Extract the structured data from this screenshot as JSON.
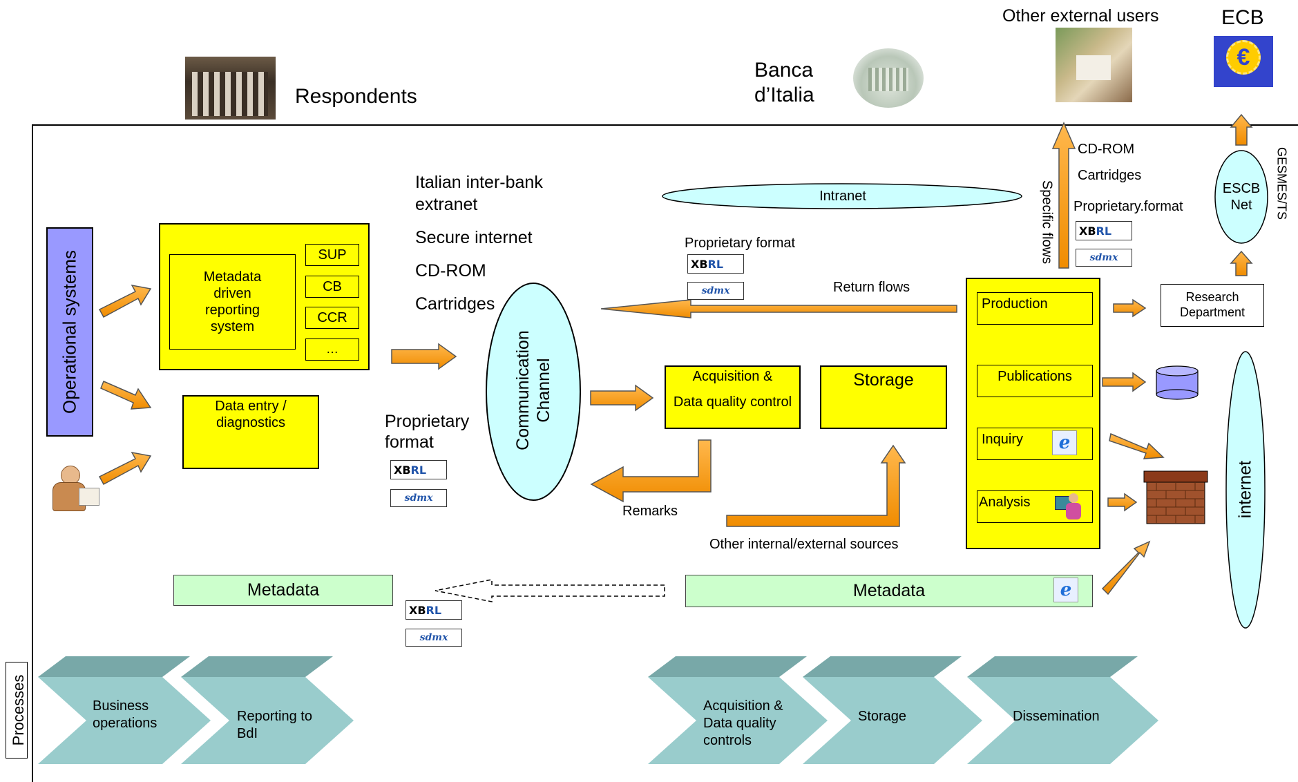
{
  "actors": {
    "respondents": "Respondents",
    "banca_line1": "Banca",
    "banca_line2": "d’Italia",
    "other_users": "Other external users",
    "ecb": "ECB"
  },
  "left": {
    "operational_systems": "Operational systems",
    "metadata_system": "Metadata\ndriven\nreporting\nsystem",
    "modules": [
      "SUP",
      "CB",
      "CCR",
      "…"
    ],
    "data_entry": "Data entry /\ndiagnostics"
  },
  "channels": {
    "line1": "Italian inter-bank",
    "line2": "extranet",
    "secure_internet": "Secure internet",
    "cd_rom": "CD-ROM",
    "cartridges": "Cartridges",
    "communication_channel": "Communication\nChannel",
    "proprietary_format_left": "Proprietary\nformat"
  },
  "center": {
    "intranet": "Intranet",
    "proprietary_format": "Proprietary format",
    "return_flows": "Return flows",
    "acquisition": "Acquisition &\nData quality control",
    "storage": "Storage",
    "remarks": "Remarks",
    "other_sources": "Other internal/external sources"
  },
  "dissemination": {
    "production": "Production",
    "publications": "Publications",
    "inquiry": "Inquiry",
    "analysis": "Analysis",
    "research": "Research\nDepartment",
    "internet": "internet",
    "cd_rom": "CD-ROM",
    "cartridges": "Cartridges",
    "proprietary_format": "Proprietary.format",
    "specific_flows": "Specific flows",
    "escb_net": "ESCB\nNet",
    "gesmes": "GESMES/TS"
  },
  "metadata": {
    "left": "Metadata",
    "right": "Metadata"
  },
  "logos": {
    "xbrl": "XBRL",
    "sdmx": "sdmx",
    "ie": "e",
    "euro": "€"
  },
  "processes": {
    "label": "Processes",
    "steps": [
      "Business\noperations",
      "Reporting to\nBdI",
      "Acquisition &\nData quality\ncontrols",
      "Storage",
      "Dissemination"
    ]
  },
  "colors": {
    "yellow": "#ffff00",
    "arrow": "#ff9900",
    "cyan": "#ccffff",
    "green": "#ccffcc",
    "purple": "#9999ff",
    "teal": "#99cccc"
  }
}
